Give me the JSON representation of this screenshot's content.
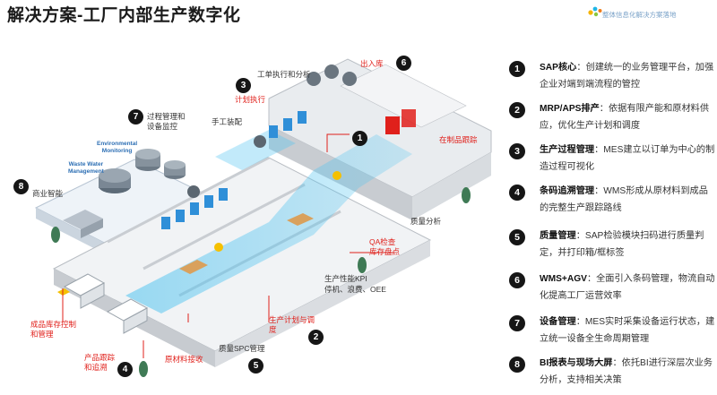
{
  "header": {
    "title": "解决方案-工厂内部生产数字化",
    "logo_text": "整体信息化解决方案落地"
  },
  "diagram": {
    "labels": {
      "dispatch": "工单执行和分析",
      "plan_exec": "计划执行",
      "outbound": "出入库",
      "process_mgmt": "过程管理和",
      "equip_monitor": "设备监控",
      "manual_assembly": "手工装配",
      "wip_tracking": "在制品跟踪",
      "env_monitoring_1": "Environmental",
      "env_monitoring_2": "Monitoring",
      "waste_water_1": "Waste Water",
      "waste_water_2": "Management",
      "bi": "商业智能",
      "quality_analysis": "质量分析",
      "qa_check": "QA检查",
      "inventory_count": "库存盘点",
      "kpi_1": "生产性能KPI",
      "kpi_2": "停机、浪费、OEE",
      "inv_ctrl_1": "成品库存控制",
      "inv_ctrl_2": "和管理",
      "prod_plan_1": "生产计划与调",
      "prod_plan_2": "度",
      "trace_1": "产品跟踪",
      "trace_2": "和追溯",
      "material_recv": "原材料接收",
      "spc": "质量SPC管理"
    },
    "markers": [
      "1",
      "2",
      "3",
      "4",
      "5",
      "6",
      "7",
      "8"
    ]
  },
  "features": [
    {
      "num": "1",
      "title": "SAP核心",
      "desc": "：创建统一的业务管理平台，加强企业对端到端流程的管控"
    },
    {
      "num": "2",
      "title": "MRP/APS排产",
      "desc": "：依据有限产能和原材料供应，优化生产计划和调度"
    },
    {
      "num": "3",
      "title": "生产过程管理",
      "desc": "：MES建立以订单为中心的制造过程可视化"
    },
    {
      "num": "4",
      "title": "条码追溯管理",
      "desc": "：WMS形成从原材料到成品的完整生产跟踪路线"
    },
    {
      "num": "5",
      "title": "质量管理",
      "desc": "：SAP检验模块扫码进行质量判定，并打印箱/框标签"
    },
    {
      "num": "6",
      "title": "WMS+AGV",
      "desc": "：全面引入条码管理，物流自动化提高工厂运营效率"
    },
    {
      "num": "7",
      "title": "设备管理",
      "desc": "：MES实时采集设备运行状态，建立统一设备全生命周期管理"
    },
    {
      "num": "8",
      "title": "BI报表与现场大屏",
      "desc": "：依托BI进行深层次业务分析，支持相关决策"
    }
  ]
}
